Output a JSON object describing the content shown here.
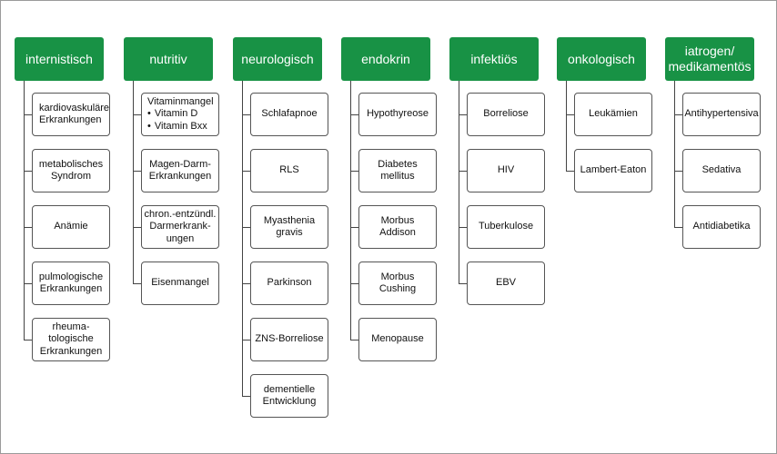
{
  "columns": [
    {
      "title": "internistisch",
      "items": [
        {
          "text": "kardiovaskuläre\nErkrankungen"
        },
        {
          "text": "metabolisches\nSyndrom"
        },
        {
          "text": "Anämie"
        },
        {
          "text": "pulmologische\nErkrankungen"
        },
        {
          "text": "rheuma-\ntologische\nErkrankungen"
        }
      ]
    },
    {
      "title": "nutritiv",
      "items": [
        {
          "text": "Vitaminmangel",
          "subitems": [
            "Vitamin D",
            "Vitamin Bxx"
          ]
        },
        {
          "text": "Magen-Darm-\nErkrankungen"
        },
        {
          "text": "chron.-entzündl.\nDarmerkrank-\nungen"
        },
        {
          "text": "Eisenmangel"
        }
      ]
    },
    {
      "title": "neurologisch",
      "items": [
        {
          "text": "Schlafapnoe"
        },
        {
          "text": "RLS"
        },
        {
          "text": "Myasthenia\ngravis"
        },
        {
          "text": "Parkinson"
        },
        {
          "text": "ZNS-Borreliose"
        },
        {
          "text": "dementielle\nEntwicklung"
        }
      ]
    },
    {
      "title": "endokrin",
      "items": [
        {
          "text": "Hypothyreose"
        },
        {
          "text": "Diabetes\nmellitus"
        },
        {
          "text": "Morbus\nAddison"
        },
        {
          "text": "Morbus\nCushing"
        },
        {
          "text": "Menopause"
        }
      ]
    },
    {
      "title": "infektiös",
      "items": [
        {
          "text": "Borreliose"
        },
        {
          "text": "HIV"
        },
        {
          "text": "Tuberkulose"
        },
        {
          "text": "EBV"
        }
      ]
    },
    {
      "title": "onkologisch",
      "items": [
        {
          "text": "Leukämien"
        },
        {
          "text": "Lambert-Eaton"
        }
      ]
    },
    {
      "title": "iatrogen/\nmedikamentös",
      "items": [
        {
          "text": "Antihypertensiva"
        },
        {
          "text": "Sedativa"
        },
        {
          "text": "Antidiabetika"
        }
      ]
    }
  ],
  "colors": {
    "header": "#189245",
    "connector": "#444444",
    "box_border": "#555555"
  }
}
